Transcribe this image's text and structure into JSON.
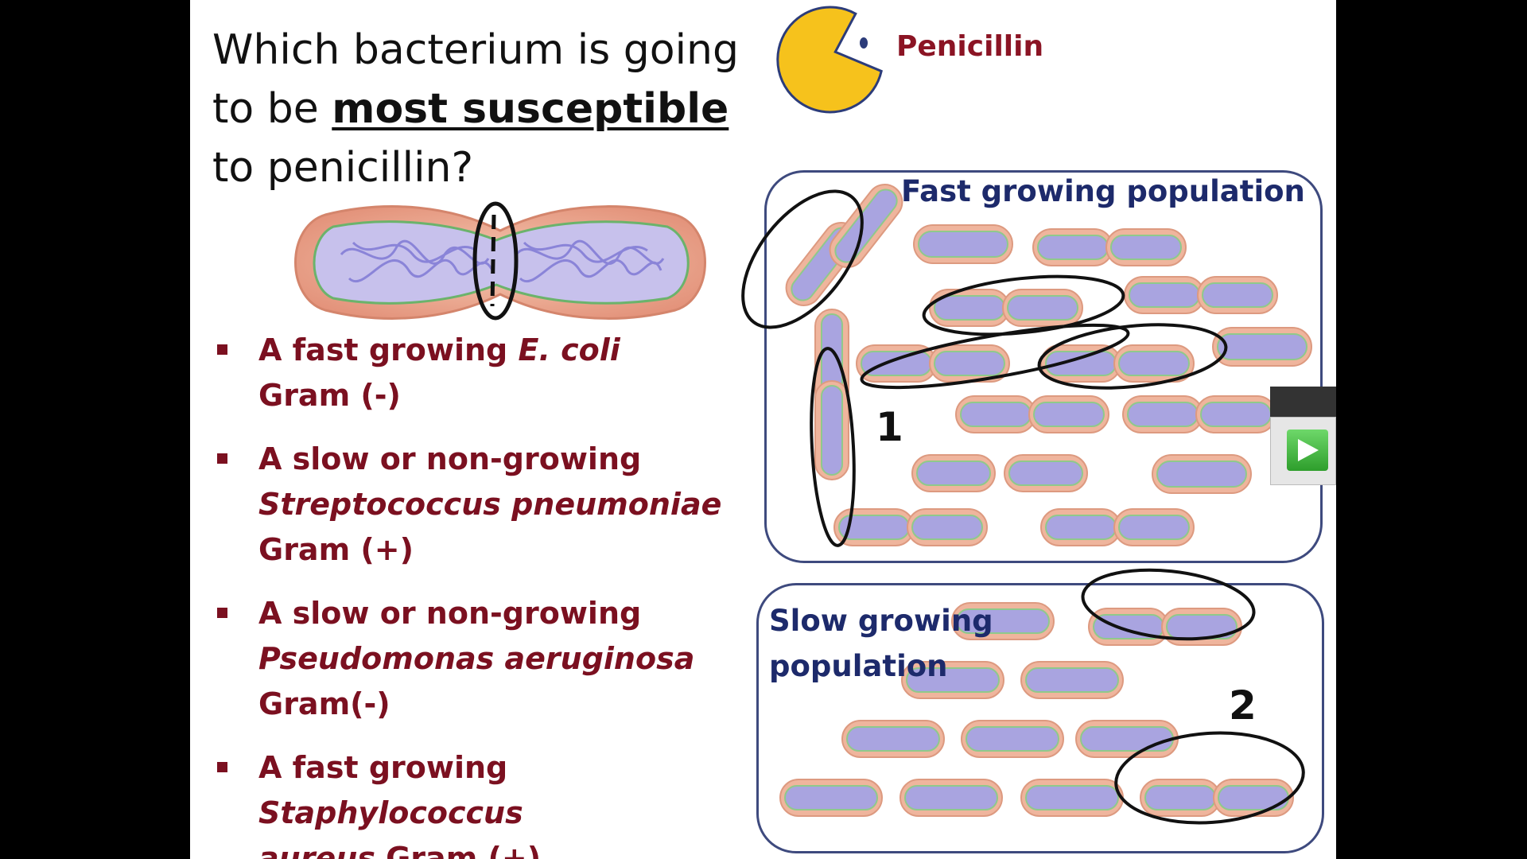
{
  "question": {
    "part1": "Which bacterium is going to be ",
    "emphasis": "most susceptible",
    "part2": " to penicillin?"
  },
  "options": [
    {
      "a": "A fast growing ",
      "b": "E. coli",
      "c": "",
      "d": "Gram (-)"
    },
    {
      "a": "A slow or non-growing",
      "b": "Streptococcus pneumoniae",
      "c": "",
      "d": "Gram (+)"
    },
    {
      "a": "A slow or non-growing",
      "b": "Pseudomonas aeruginosa",
      "c": "",
      "d": "Gram(-)"
    },
    {
      "a": "A fast growing ",
      "b": "Staphylococcus aureus",
      "c": " Gram (+)",
      "d": ""
    }
  ],
  "penicillin_label": "Penicillin",
  "fast_panel": {
    "title": "Fast growing population",
    "number": "1"
  },
  "slow_panel": {
    "title": "Slow growing population",
    "number": "2"
  },
  "colors": {
    "option_text": "#7b1020",
    "panel_title": "#1d2a6b",
    "panel_border": "#3e4a7e",
    "pacman": "#f6c21c",
    "cell_wall": "#efb59d",
    "cell_interior": "#a9a4e0"
  },
  "icons": {
    "pacman": "pacman-penicillin-icon",
    "play": "play-icon"
  }
}
